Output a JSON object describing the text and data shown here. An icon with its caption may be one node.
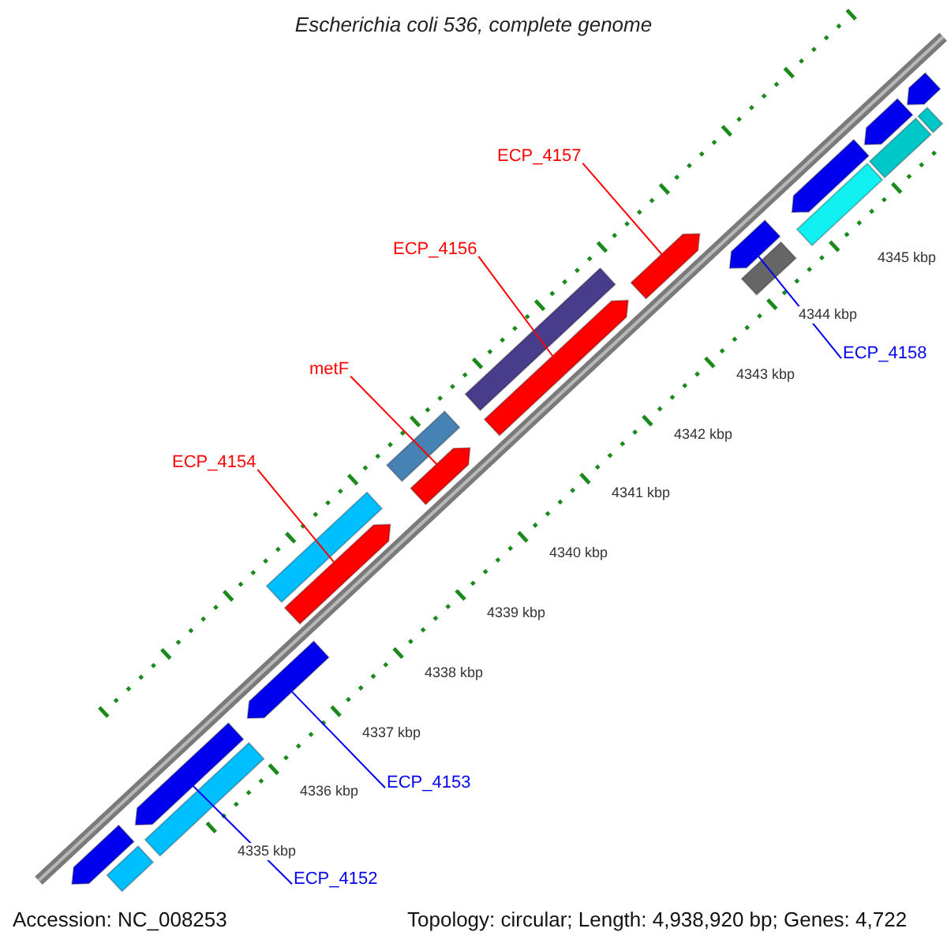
{
  "diagram": {
    "title": "Escherichia coli 536, complete genome",
    "nodes": [
      {
        "text": [
          "ECP_4157"
        ]
      },
      {
        "text": [
          "ECP_4156"
        ]
      },
      {
        "text": [
          "metF"
        ]
      },
      {
        "text": [
          "ECP_4154"
        ]
      },
      {
        "text": [
          "ECP_4158"
        ]
      },
      {
        "text": [
          "ECP_4153"
        ]
      },
      {
        "text": [
          "ECP_4152"
        ]
      },
      {
        "text": [],
        "shape": "arrow"
      },
      {
        "text": [],
        "shape": "arrow"
      },
      {
        "text": [],
        "shape": "arrow"
      },
      {
        "text": [],
        "shape": "bar"
      },
      {
        "text": [],
        "shape": "bar"
      },
      {
        "text": [],
        "shape": "bar"
      },
      {
        "text": [],
        "shape": "arrow"
      },
      {
        "text": [],
        "shape": "bar"
      },
      {
        "text": [],
        "shape": "arrow"
      },
      {
        "text": [],
        "shape": "bar"
      },
      {
        "text": [],
        "shape": "arrow"
      },
      {
        "text": [],
        "shape": "bar"
      },
      {
        "text": [],
        "shape": "arrow"
      },
      {
        "text": [],
        "shape": "bar"
      },
      {
        "text": [],
        "shape": "arrow"
      },
      {
        "text": [],
        "shape": "arrow"
      },
      {
        "text": [],
        "shape": "arrow"
      },
      {
        "text": [],
        "shape": "bar"
      },
      {
        "text": [],
        "shape": "arrow"
      },
      {
        "text": [],
        "shape": "bar"
      }
    ],
    "edges": [
      {
        "from": 0,
        "to": 15,
        "arrow": "none"
      },
      {
        "from": 1,
        "to": 17,
        "arrow": "none"
      },
      {
        "from": 2,
        "to": 19,
        "arrow": "none"
      },
      {
        "from": 3,
        "to": 21,
        "arrow": "none"
      },
      {
        "from": 4,
        "to": 13,
        "arrow": "none",
        "color": "#0000ee"
      },
      {
        "from": 5,
        "to": 22,
        "arrow": "none",
        "color": "#0000ee"
      },
      {
        "from": 6,
        "to": 23,
        "arrow": "none",
        "color": "#0000ee"
      }
    ],
    "labels": [
      "4345 kbp",
      "4344 kbp",
      "4343 kbp",
      "4342 kbp",
      "4341 kbp",
      "4340 kbp",
      "4339 kbp",
      "4338 kbp",
      "4337 kbp",
      "4336 kbp",
      "4335 kbp",
      "Accession: NC_008253",
      "Topology: circular; Length: 4,938,920 bp; Genes: 4,722"
    ]
  }
}
